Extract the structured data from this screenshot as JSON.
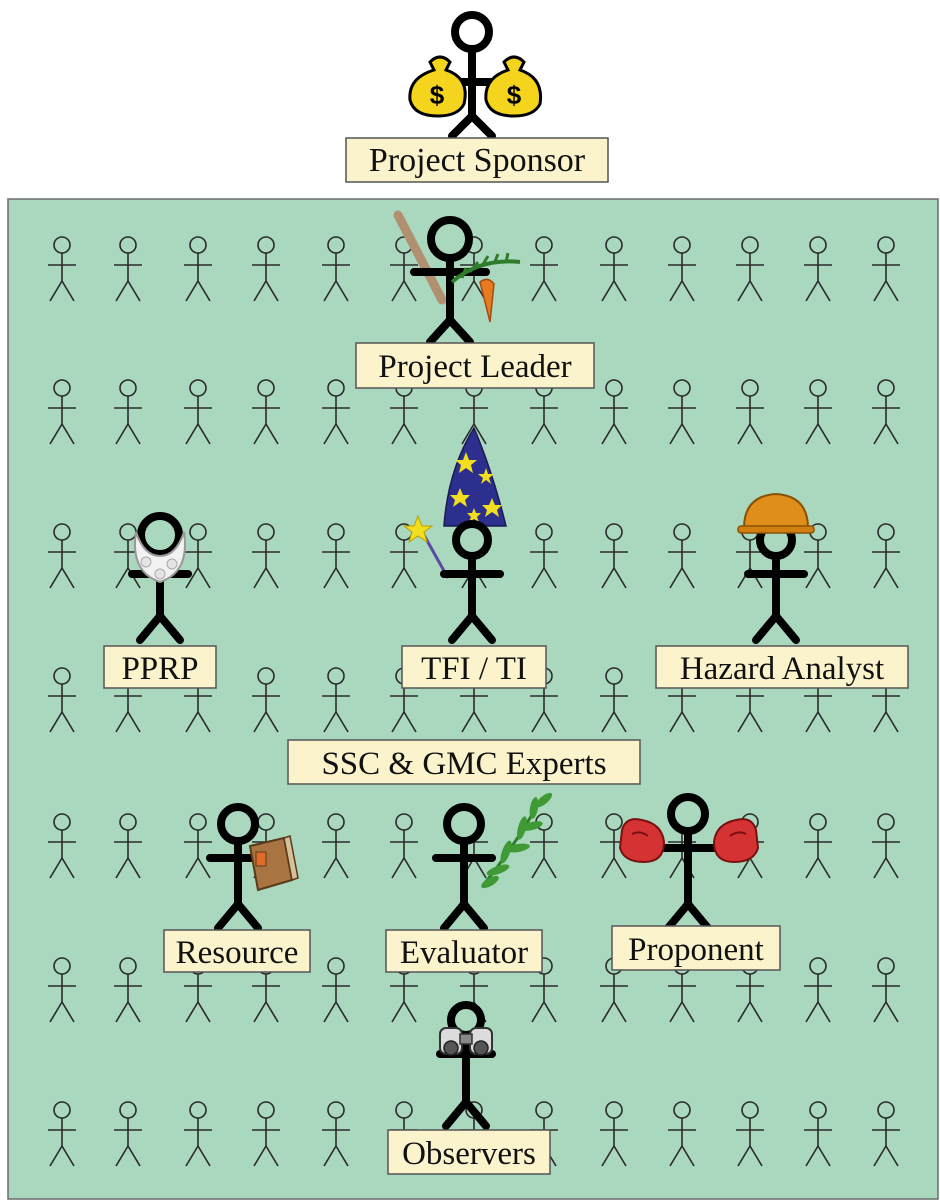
{
  "roles": {
    "sponsor": "Project Sponsor",
    "leader": "Project Leader",
    "pprp": "PPRP",
    "tfi": "TFI / TI",
    "hazard": "Hazard Analyst",
    "experts": "SSC & GMC Experts",
    "resource": "Resource",
    "evaluator": "Evaluator",
    "proponent": "Proponent",
    "observers": "Observers"
  },
  "money_symbol": "$",
  "colors": {
    "panel_bg": "#a9d8bf",
    "panel_border": "#6b6b6b",
    "label_bg": "#fbf3cc",
    "label_border": "#555555",
    "crowd_stroke": "#2a2a2a",
    "figure_stroke": "#000000",
    "money_bag": "#f4d41c",
    "wizard_hat": "#2d2f8f",
    "stars": "#f2de1e",
    "hard_hat": "#e08e1a",
    "beard": "#f2f2f2",
    "book": "#a87441",
    "branch": "#3f9a36",
    "carrot": "#e87a1f",
    "stick": "#b09070",
    "boxing_gloves": "#d53233",
    "binoculars": "#888888"
  },
  "icons": [
    "money-bag-icon",
    "stick-icon",
    "carrot-icon",
    "beard-icon",
    "wizard-hat-icon",
    "wand-icon",
    "hard-hat-icon",
    "book-icon",
    "olive-branch-icon",
    "boxing-glove-icon",
    "binoculars-icon"
  ]
}
